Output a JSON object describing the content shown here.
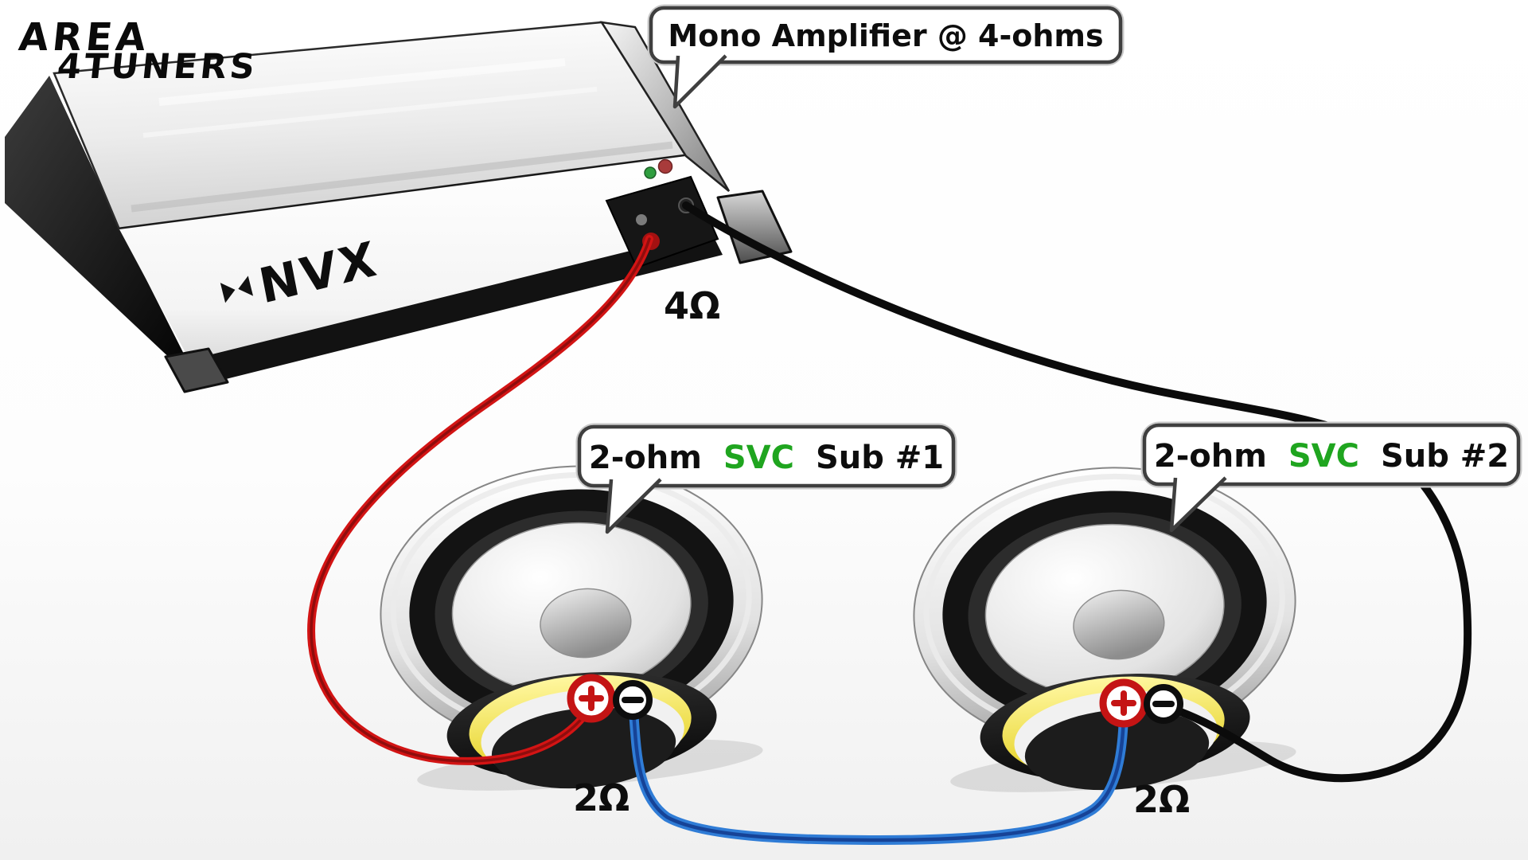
{
  "branding": {
    "watermark_line1": "AREA",
    "watermark_line2": "4TUNERS",
    "amplifier_brand": "NVX"
  },
  "callouts": {
    "amplifier": {
      "text": "Mono Amplifier @ 4-ohms"
    },
    "sub1": {
      "prefix": "2-ohm",
      "svc": "SVC",
      "suffix": "Sub #1"
    },
    "sub2": {
      "prefix": "2-ohm",
      "svc": "SVC",
      "suffix": "Sub #2"
    }
  },
  "labels": {
    "amp_output_impedance": "4Ω",
    "sub1_impedance": "2Ω",
    "sub2_impedance": "2Ω"
  },
  "icons": {
    "positive_terminal": "+",
    "negative_terminal": "−"
  },
  "colors": {
    "svc_green": "#1fa51f",
    "wire_red": "#d31414",
    "wire_red_core": "#7e0b0b",
    "wire_black": "#0b0b0b",
    "wire_blue": "#2f7cd6",
    "wire_blue_core": "#123a8c",
    "terminal_positive_red": "#c41414",
    "terminal_negative_black": "#0d0d0d",
    "spider_yellow": "#eeda25",
    "led_green": "#2f9e3f",
    "led_red": "#a83b3b"
  }
}
